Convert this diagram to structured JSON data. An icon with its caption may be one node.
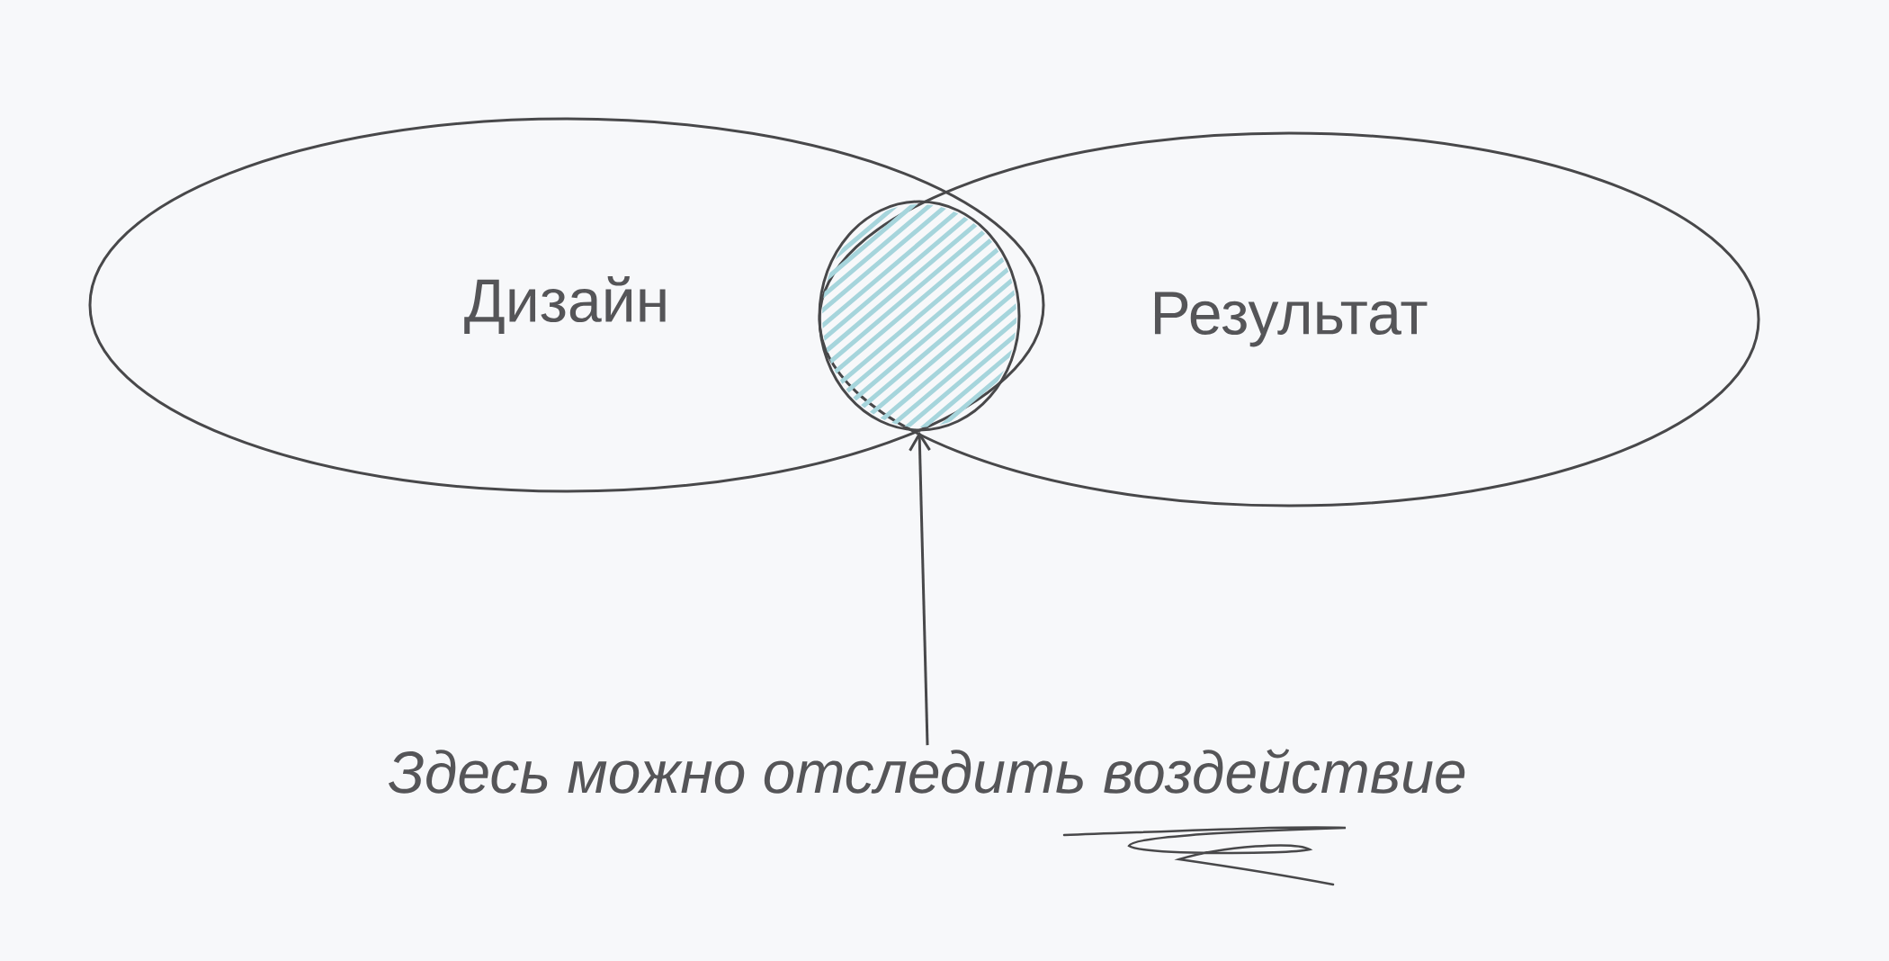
{
  "diagram": {
    "nodes": [
      {
        "text": [
          "Дизайн"
        ]
      },
      {
        "text": [
          "Результат"
        ]
      },
      {
        "text": [],
        "shape": "circle"
      },
      {
        "text": [
          "Здесь можно отследить воздействие"
        ]
      }
    ],
    "edges": [
      {
        "from": 3,
        "to": 2,
        "arrow": "to"
      }
    ]
  }
}
